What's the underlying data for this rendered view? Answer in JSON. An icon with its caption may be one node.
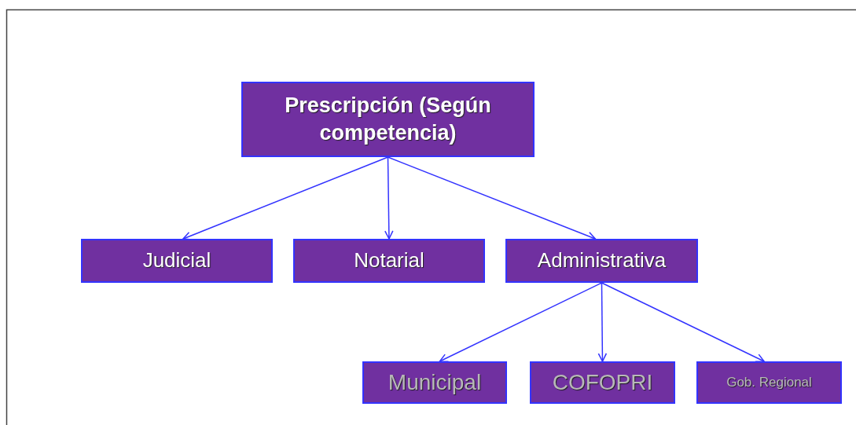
{
  "diagram": {
    "nodes": [
      {
        "text": [
          "Prescripción (Según competencia)"
        ]
      },
      {
        "text": [
          "Judicial"
        ]
      },
      {
        "text": [
          "Notarial"
        ]
      },
      {
        "text": [
          "Administrativa"
        ]
      },
      {
        "text": [
          "Municipal"
        ]
      },
      {
        "text": [
          "COFOPRI"
        ]
      },
      {
        "text": [
          "Gob. Regional"
        ]
      }
    ],
    "edges": [
      {
        "from": 0,
        "to": 1,
        "arrow": "to"
      },
      {
        "from": 0,
        "to": 2,
        "arrow": "to"
      },
      {
        "from": 0,
        "to": 3,
        "arrow": "to"
      },
      {
        "from": 3,
        "to": 4,
        "arrow": "to"
      },
      {
        "from": 3,
        "to": 5,
        "arrow": "to"
      },
      {
        "from": 3,
        "to": 6,
        "arrow": "to"
      }
    ]
  }
}
